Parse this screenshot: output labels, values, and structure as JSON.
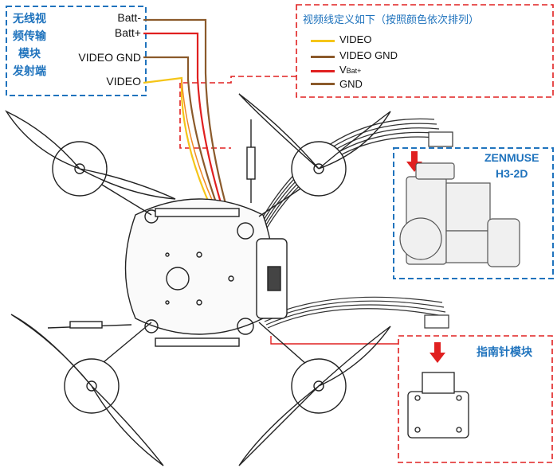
{
  "transmitter": {
    "title_lines": [
      "无线视",
      "频传输",
      "模块",
      "发射端"
    ],
    "wire_labels": [
      "Batt-",
      "Batt+",
      "VIDEO GND",
      "VIDEO"
    ]
  },
  "legend": {
    "title": "视频线定义如下（按照颜色依次排列）",
    "items": [
      {
        "label": "VIDEO",
        "color": "#f5c518"
      },
      {
        "label": "VIDEO GND",
        "color": "#8b5a2b"
      },
      {
        "label_main": "V",
        "label_sub": "Bat+",
        "color": "#e02020"
      },
      {
        "label": "GND",
        "color": "#8b5a2b"
      }
    ]
  },
  "gimbal": {
    "label_line1": "ZENMUSE",
    "label_line2": "H3-2D"
  },
  "compass": {
    "label": "指南针模块"
  },
  "colors": {
    "blue_box": "#1f73bd",
    "red_box": "#e02020",
    "wire_yellow": "#f5c518",
    "wire_brown": "#8b5a2b",
    "wire_red": "#e02020",
    "wire_orange": "#f08a24"
  }
}
